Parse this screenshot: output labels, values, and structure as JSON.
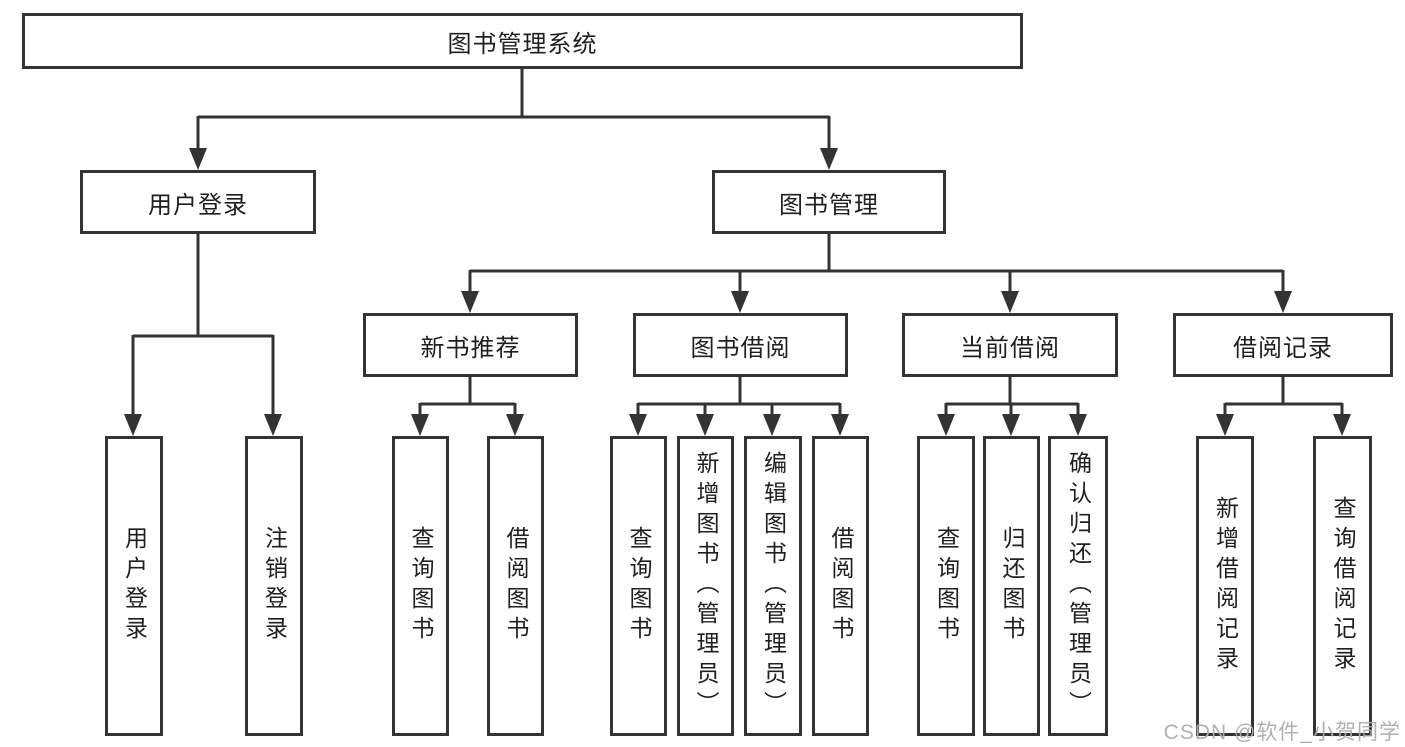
{
  "colors": {
    "line": "#333333",
    "border": "#333333",
    "text": "#1f1f1f",
    "background": "#ffffff",
    "watermark": "#acacac"
  },
  "root": {
    "label": "图书管理系统"
  },
  "branches": [
    {
      "label": "用户登录",
      "children": [
        {
          "label": "用户登录"
        },
        {
          "label": "注销登录"
        }
      ]
    },
    {
      "label": "图书管理",
      "children": [
        {
          "label": "新书推荐",
          "children": [
            {
              "label": "查询图书"
            },
            {
              "label": "借阅图书"
            }
          ]
        },
        {
          "label": "图书借阅",
          "children": [
            {
              "label": "查询图书"
            },
            {
              "label": "新增图书（管理员）"
            },
            {
              "label": "编辑图书（管理员）"
            },
            {
              "label": "借阅图书"
            }
          ]
        },
        {
          "label": "当前借阅",
          "children": [
            {
              "label": "查询图书"
            },
            {
              "label": "归还图书"
            },
            {
              "label": "确认归还（管理员）"
            }
          ]
        },
        {
          "label": "借阅记录",
          "children": [
            {
              "label": "新增借阅记录"
            },
            {
              "label": "查询借阅记录"
            }
          ]
        }
      ]
    }
  ],
  "watermark": {
    "text": "CSDN @软件_小贺同学"
  }
}
